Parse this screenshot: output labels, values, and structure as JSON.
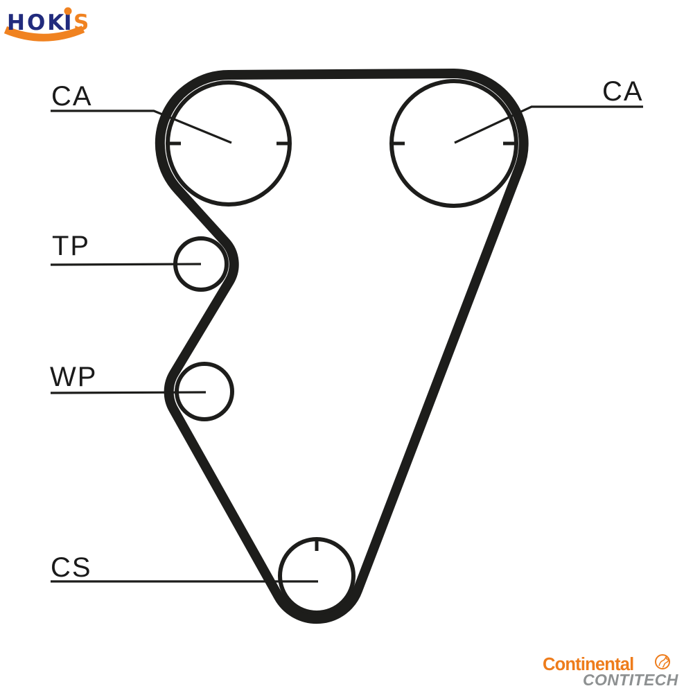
{
  "background": "#ffffff",
  "brand_logo": {
    "name": "HOKIS",
    "segment_hok": "HOK",
    "segment_i": "I",
    "segment_s": "S",
    "navy": "#212b7d",
    "orange": "#f08220"
  },
  "diagram": {
    "type": "timing-belt-routing",
    "ink": "#1d1d1b",
    "labels": {
      "ca_left": "CA",
      "ca_right": "CA",
      "tp": "TP",
      "wp": "WP",
      "cs": "CS"
    }
  },
  "manufacturer_logo": {
    "primary": "Continental",
    "secondary": "CONTITECH",
    "orange": "#ee7c1b",
    "gray": "#8d9091"
  }
}
